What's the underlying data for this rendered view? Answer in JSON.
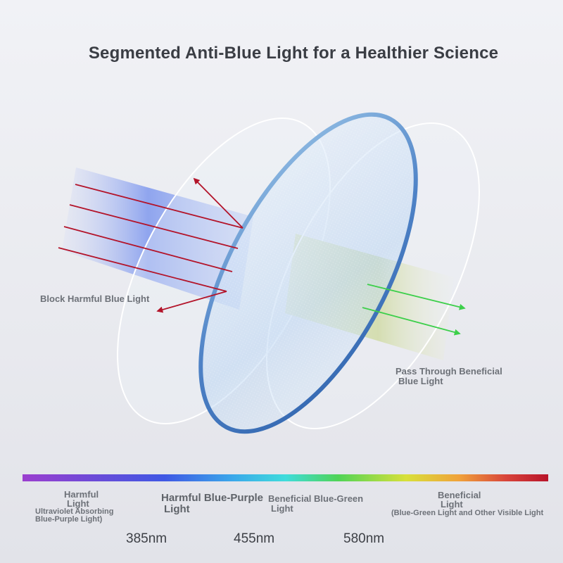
{
  "title": "Segmented Anti-Blue Light for a Healthier Science",
  "labels": {
    "block": "Block Harmful Blue Light",
    "pass_line1": "Pass Through Beneficial",
    "pass_line2": "Blue Light"
  },
  "spectrum": {
    "bands": [
      {
        "line1": "Harmful",
        "line2": "Light",
        "sub1": "Ultraviolet Absorbing",
        "sub2": "Blue-Purple Light)"
      },
      {
        "line1": "Harmful Blue-Purple",
        "line2": "Light"
      },
      {
        "line1": "Beneficial Blue-Green",
        "line2": "Light"
      },
      {
        "line1": "Beneficial",
        "line2": "Light",
        "sub1": "(Blue-Green Light and Other Visible Light"
      }
    ],
    "ticks": [
      "385nm",
      "455nm",
      "580nm"
    ]
  },
  "colors": {
    "blocked_arrow": "#b3142a",
    "pass_arrow": "#3ccf4a",
    "blue_beam": "#7f98ee",
    "green_beam": "#d4dca0"
  }
}
